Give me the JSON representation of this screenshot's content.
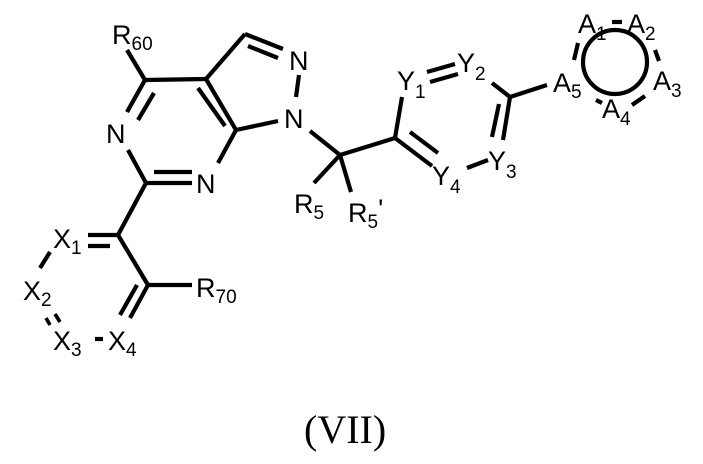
{
  "figure": {
    "caption": "(VII)",
    "description": "Generic chemical structure of a pyrazolo[3,4-d]pyrimidine derivative"
  },
  "atoms": {
    "R60": {
      "main": "R",
      "sub": "60"
    },
    "N_pyrazole_top": {
      "main": "N"
    },
    "N_pyrazole_1": {
      "main": "N"
    },
    "N_pyrimidine_5": {
      "main": "N"
    },
    "N_pyrimidine_7": {
      "main": "N"
    },
    "R5": {
      "main": "R",
      "sub": "5"
    },
    "R5p": {
      "main": "R",
      "sub": "5",
      "prime": "'"
    },
    "Y1": {
      "main": "Y",
      "sub": "1"
    },
    "Y2": {
      "main": "Y",
      "sub": "2"
    },
    "Y3": {
      "main": "Y",
      "sub": "3"
    },
    "Y4": {
      "main": "Y",
      "sub": "4"
    },
    "A1": {
      "main": "A",
      "sub": "1"
    },
    "A2": {
      "main": "A",
      "sub": "2"
    },
    "A3": {
      "main": "A",
      "sub": "3"
    },
    "A4": {
      "main": "A",
      "sub": "4"
    },
    "A5": {
      "main": "A",
      "sub": "5"
    },
    "X1": {
      "main": "X",
      "sub": "1"
    },
    "X2": {
      "main": "X",
      "sub": "2"
    },
    "X3": {
      "main": "X",
      "sub": "3"
    },
    "X4": {
      "main": "X",
      "sub": "4"
    },
    "R70": {
      "main": "R",
      "sub": "70"
    }
  },
  "colors": {
    "ink": "#000000",
    "background": "#ffffff"
  }
}
